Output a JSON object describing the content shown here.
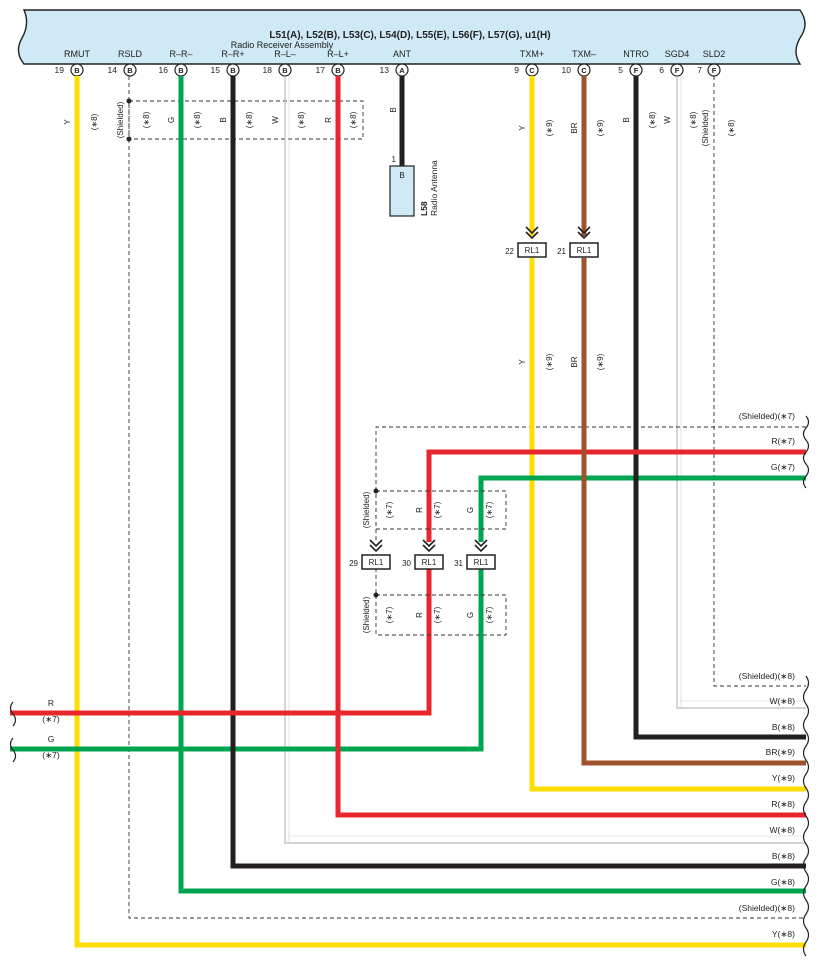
{
  "header": {
    "connectors_label": "L51(A), L52(B), L53(C), L54(D), L55(E), L56(F), L57(G), u1(H)",
    "component_label": "Radio Receiver Assembly"
  },
  "pins": [
    {
      "name": "RMUT",
      "number": "19",
      "connector": "B"
    },
    {
      "name": "RSLD",
      "number": "14",
      "connector": "B"
    },
    {
      "name": "R–R–",
      "number": "16",
      "connector": "B"
    },
    {
      "name": "R–R+",
      "number": "15",
      "connector": "B"
    },
    {
      "name": "R–L–",
      "number": "18",
      "connector": "B"
    },
    {
      "name": "R–L+",
      "number": "17",
      "connector": "B"
    },
    {
      "name": "ANT",
      "number": "13",
      "connector": "A"
    },
    {
      "name": "TXM+",
      "number": "9",
      "connector": "C"
    },
    {
      "name": "TXM–",
      "number": "10",
      "connector": "C"
    },
    {
      "name": "NTRO",
      "number": "5",
      "connector": "F"
    },
    {
      "name": "SGD4",
      "number": "6",
      "connector": "F"
    },
    {
      "name": "SLD2",
      "number": "7",
      "connector": "F"
    }
  ],
  "wire_labels": {
    "rmut": {
      "color": "Y",
      "note": "(∗8)"
    },
    "rsld": {
      "color": "(Shielded)",
      "note": "(∗8)"
    },
    "rr_minus": {
      "color": "G",
      "note": "(∗8)"
    },
    "rr_plus": {
      "color": "B",
      "note": "(∗8)"
    },
    "rl_minus": {
      "color": "W",
      "note": "(∗8)"
    },
    "rl_plus": {
      "color": "R",
      "note": "(∗8)"
    },
    "ant": {
      "color": "B"
    },
    "txm_plus": {
      "color": "Y",
      "note": "(∗9)"
    },
    "txm_minus": {
      "color": "BR",
      "note": "(∗9)"
    },
    "ntro": {
      "color": "B",
      "note": "(∗8)"
    },
    "sgd4": {
      "color": "W",
      "note": "(∗8)"
    },
    "sld2": {
      "color": "(Shielded)",
      "note": "(∗8)"
    },
    "txm_plus_lower": {
      "color": "Y",
      "note": "(∗9)"
    },
    "txm_minus_lower": {
      "color": "BR",
      "note": "(∗9)"
    }
  },
  "antenna": {
    "pin": "1",
    "wire": "B",
    "code": "L58",
    "name": "Radio Antenna"
  },
  "junctions": [
    {
      "pin": "22",
      "label": "RL1"
    },
    {
      "pin": "21",
      "label": "RL1"
    },
    {
      "pin": "29",
      "label": "RL1"
    },
    {
      "pin": "30",
      "label": "RL1"
    },
    {
      "pin": "31",
      "label": "RL1"
    }
  ],
  "rl1_group": {
    "upper": {
      "shielded": "(Shielded)",
      "s_note": "(∗7)",
      "r": "R",
      "r_note": "(∗7)",
      "g": "G",
      "g_note": "(∗7)"
    },
    "lower": {
      "shielded": "(Shielded)",
      "s_note": "(∗7)",
      "r": "R",
      "r_note": "(∗7)",
      "g": "G",
      "g_note": "(∗7)"
    }
  },
  "right_labels": [
    "(Shielded)(∗7)",
    "R(∗7)",
    "G(∗7)",
    "(Shielded)(∗8)",
    "W(∗8)",
    "B(∗8)",
    "BR(∗9)",
    "Y(∗9)",
    "R(∗8)",
    "W(∗8)",
    "B(∗8)",
    "G(∗8)",
    "(Shielded)(∗8)",
    "Y(∗8)"
  ],
  "left_labels": [
    {
      "color": "R",
      "note": "(∗7)"
    },
    {
      "color": "G",
      "note": "(∗7)"
    }
  ],
  "colors": {
    "header_fill": "#cfe9f6",
    "yellow": "#ffdd00",
    "green": "#00a550",
    "black": "#231f20",
    "red": "#e8262d",
    "brown": "#a0522d",
    "white_wire": "#9a9a9a"
  }
}
